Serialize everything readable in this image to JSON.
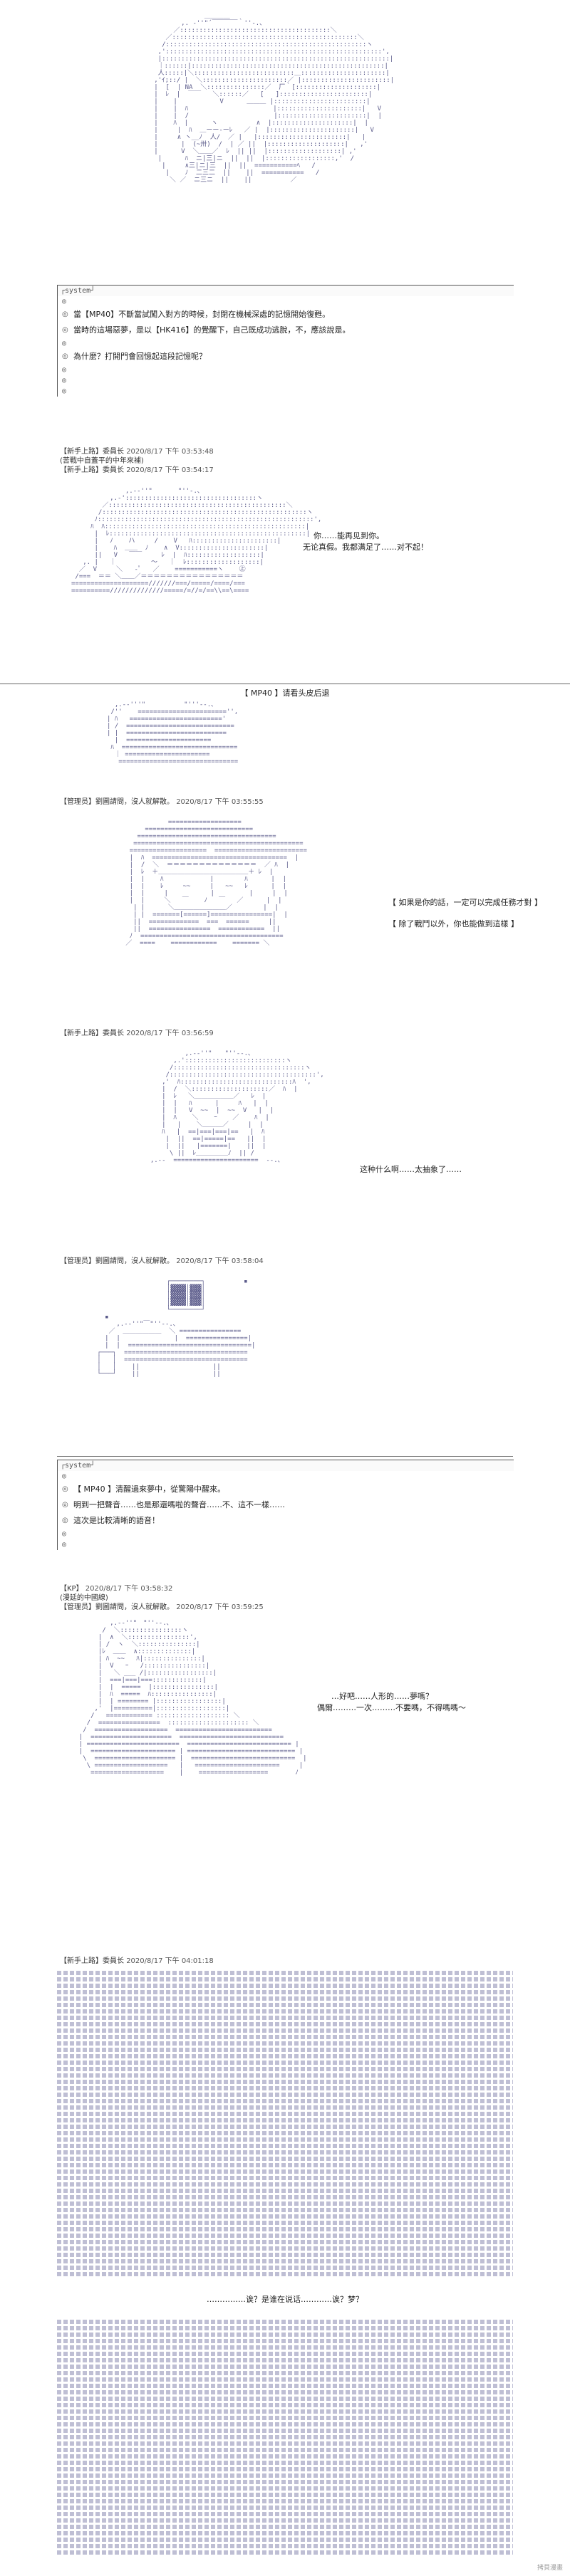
{
  "section1": {
    "system_label": "┌system┘",
    "system_lines": [
      "當【MP40】不斷當試闖入對方的時候，封閉在機械深處的記憶開始復甦。",
      "當時的這場惡夢，是以【HK416】的覺醒下，自己既成功逃脫，不，應該說是。",
      "為什麼？打開門會回憶起這段記憶呢？"
    ],
    "posts": [
      {
        "user": "【新手上路】",
        "name": "委員长",
        "time": "2020/8/17 下午 03:53:48"
      },
      {
        "user": "(苦戰中自蓋平的中年來補)",
        "name": "",
        "time": ""
      },
      {
        "user": "【新手上路】",
        "name": "委員长",
        "time": "2020/8/17 下午 03:54:17"
      }
    ]
  },
  "section2": {
    "speech": [
      "你……能再见到你。",
      "无论真假。我都满足了……对不起！"
    ],
    "banner": "【 MP40 】请看头皮后退",
    "post": {
      "user": "【管理员】",
      "name": "劉圖請問，沒人就解散。",
      "time": "2020/8/17 下午 03:55:55"
    }
  },
  "section3": {
    "speech": [
      "【 如果是你的話，一定可以完成任務才對 】",
      "【 除了戰鬥以外，你也能做到這樣 】"
    ],
    "post": {
      "user": "【新手上路】",
      "name": "委員长",
      "time": "2020/8/17 下午 03:56:59"
    }
  },
  "section4": {
    "speech": [
      "这种什么啊……太抽象了……"
    ],
    "post": {
      "user": "【管理员】",
      "name": "劉圖請問，沒人就解散。",
      "time": "2020/8/17 下午 03:58:04"
    }
  },
  "section5": {
    "system_label": "┌system┘",
    "system_lines": [
      "【 MP40 】清醒過來夢中，從驚陽中醒來。",
      "明到一把聲音……也是那還嗎啦的聲音……不、這不一樣……",
      "這次是比較清晰的語音！"
    ],
    "posts": [
      {
        "user": "【KP】",
        "name": "",
        "time": "2020/8/17 下午 03:58:32"
      },
      {
        "user": "(漫延的中國線)",
        "name": "",
        "time": ""
      },
      {
        "user": "【管理员】",
        "name": "劉圖請問，沒人就解散。",
        "time": "2020/8/17 下午 03:59:25"
      }
    ]
  },
  "section6": {
    "speech": [
      "…好吧……人形的……夢嗎？",
      "偶爾………一次………不要嗎，不得嗎嗎～"
    ],
    "post": {
      "user": "【新手上路】",
      "name": "委員长",
      "time": "2020/8/17 下午 04:01:18"
    }
  },
  "section7": {
    "speech": "……………诶？是谁在说话…………诶？梦？"
  },
  "watermark": "拷貝漫畫"
}
